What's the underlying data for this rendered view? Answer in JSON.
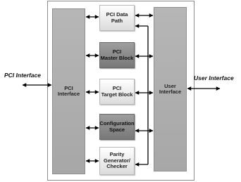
{
  "external": {
    "pci_interface": "PCI Interface",
    "user_interface": "User Interface"
  },
  "blocks": {
    "pci_interface": "PCI\nInterface",
    "user_interface": "User\nInterface",
    "pci_data_path": "PCI Data\nPath",
    "pci_master_block": "PCI\nMaster Block",
    "pci_target_block": "PCI\nTarget Block",
    "configuration_space": "Configuration\nSpace",
    "parity_checker": "Parity\nGenerator/\nChecker"
  },
  "colors": {
    "frame_border": "#8a8a8a",
    "tall_block": "#aeaeae",
    "light_block": "#ececec",
    "dark_block": "#8a8a8a",
    "arrow": "#000000"
  }
}
